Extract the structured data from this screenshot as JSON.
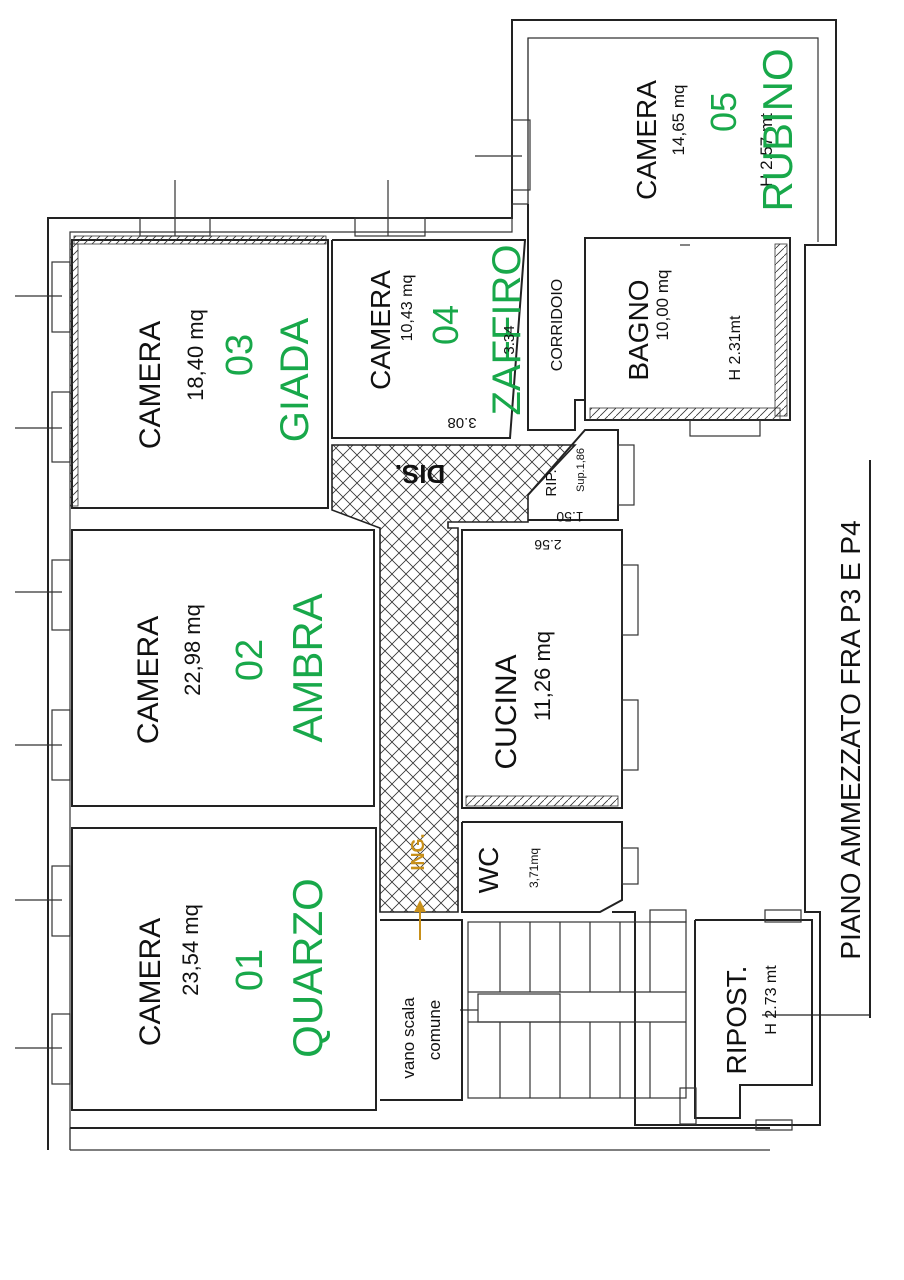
{
  "plan": {
    "title": "PIANO AMMEZZATO FRA P3 E P4",
    "colors": {
      "room_name": "#18a84a",
      "entrance": "#c8901a",
      "walls": "#222222"
    },
    "rooms": {
      "r01": {
        "title": "CAMERA",
        "area": "23,54 mq",
        "number": "01",
        "name": "QUARZO"
      },
      "r02": {
        "title": "CAMERA",
        "area": "22,98 mq",
        "number": "02",
        "name": "AMBRA"
      },
      "r03": {
        "title": "CAMERA",
        "area": "18,40 mq",
        "number": "03",
        "name": "GIADA"
      },
      "r04": {
        "title": "CAMERA",
        "area": "10,43 mq",
        "number": "04",
        "name": "ZAFFIRO"
      },
      "r05": {
        "title": "CAMERA",
        "area": "14,65 mq",
        "number": "05",
        "name": "RUBINO",
        "height": "H 2.57 mt"
      },
      "bagno": {
        "title": "BAGNO",
        "area": "10,00 mq",
        "height": "H 2.31mt"
      },
      "cucina": {
        "title": "CUCINA",
        "area": "11,26 mq"
      },
      "wc": {
        "title": "WC",
        "area": "3,71mq"
      },
      "ripost": {
        "title": "RIPOST.",
        "height": "H 2.73 mt"
      },
      "rip": {
        "title": "RIP.",
        "area": "Sup.1,86"
      },
      "corridoio": {
        "title": "CORRIDOIO"
      },
      "dis": {
        "title": "DIS."
      },
      "ingresso": {
        "title": "ING."
      },
      "vano_scala": {
        "line1": "vano scala",
        "line2": "comune"
      }
    },
    "dimensions": {
      "d308": "3.08",
      "d334": "3.34",
      "d150": "1.50",
      "d256": "2.56"
    }
  }
}
